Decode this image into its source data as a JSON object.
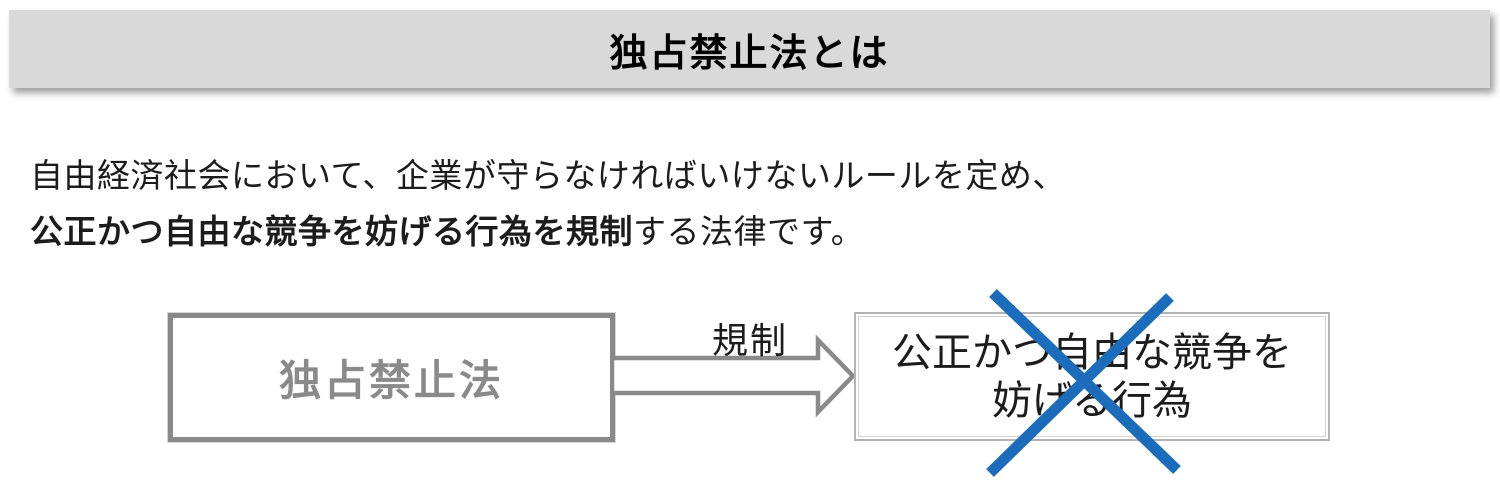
{
  "header": {
    "title": "独占禁止法とは",
    "bg_color": "#d9d9d9"
  },
  "body": {
    "line1": "自由経済社会において、企業が守らなければいけないルールを定め、",
    "line2_bold": "公正かつ自由な競争を妨げる行為を規制",
    "line2_rest": "する法律です。"
  },
  "diagram": {
    "law_box": {
      "label": "独占禁止法"
    },
    "arrow": {
      "label": "規制",
      "icon": "block-arrow-right",
      "outline_color": "#8a8a8a",
      "fill_color": "#ffffff"
    },
    "conduct_box": {
      "line1": "公正かつ自由な競争を",
      "line2": "妨げる行為"
    },
    "cross": {
      "icon": "x-cross",
      "color": "#1b6cba"
    }
  }
}
